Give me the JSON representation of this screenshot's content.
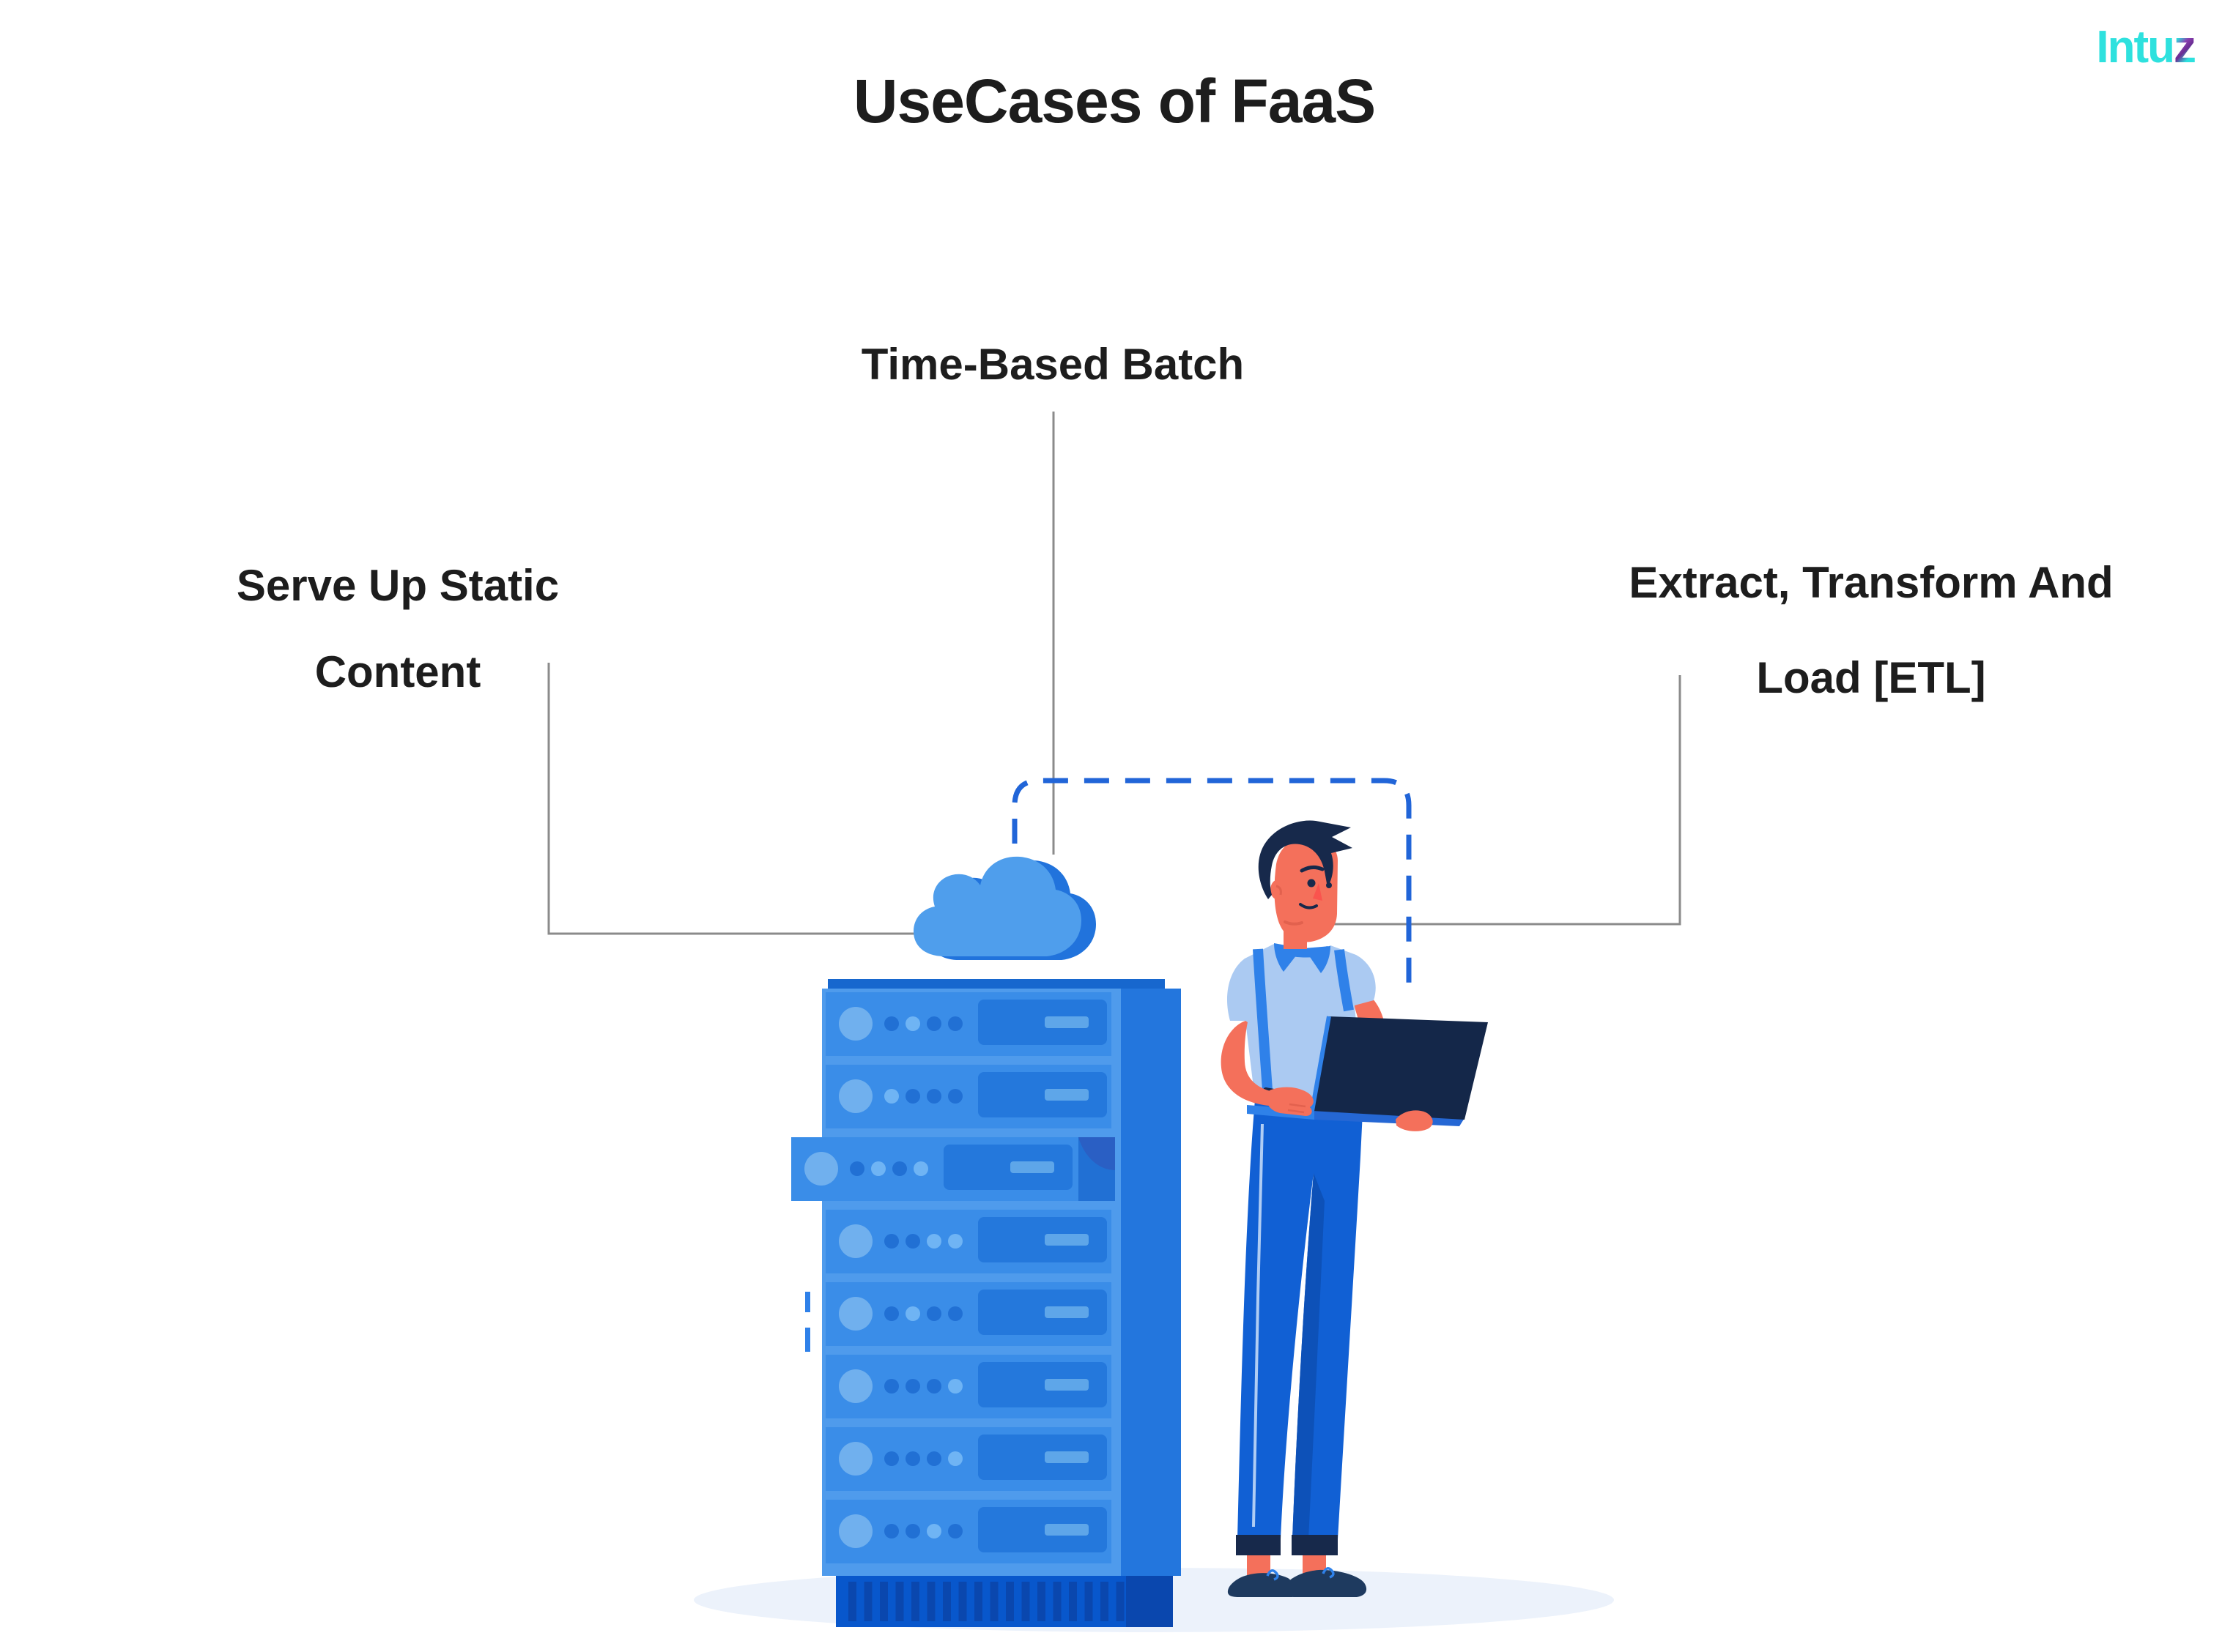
{
  "title": "UseCases of FaaS",
  "brand": {
    "name": "Intuz",
    "logo_part1": "Intu",
    "logo_part2": "z"
  },
  "labels": {
    "serve_static": {
      "line1": "Serve Up Static",
      "line2": "Content"
    },
    "time_batch": {
      "text": "Time-Based Batch"
    },
    "etl": {
      "line1": "Extract, Transform And",
      "line2": "Load [ETL]"
    }
  },
  "illustration": {
    "cloud": "cloud",
    "server_rack": {
      "rows": 8,
      "pulled_out_row": 3
    },
    "person": "developer-holding-laptop"
  },
  "colors": {
    "text": "#1d1d1d",
    "connector_gray": "#8b8b8b",
    "dashed_blue": "#2165d8",
    "cloud_blue": "#4f9eec",
    "cloud_shade_blue": "#2173dc",
    "rack_frame_blue": "#4f9bec",
    "rack_row_blue": "#3a8de8",
    "rack_panel_blue": "#2478dc",
    "rack_base_blue": "#0857cc",
    "accent_blue": "#2f81e9",
    "pants_blue": "#1160d4",
    "skin": "#f4705b",
    "navy": "#17294b",
    "shirt_blue": "#abcaf2",
    "shadow": "#ecf2fb",
    "brand_cyan": "#2ee1de",
    "brand_purple": "#8a3fb0"
  }
}
